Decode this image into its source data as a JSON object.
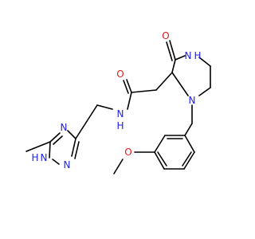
{
  "colors": {
    "bond": "#000000",
    "nitrogen": "#2121e6",
    "oxygen": "#e01a1a",
    "background": "#ffffff"
  },
  "labels": {
    "triazole_n_a": "N",
    "triazole_n_b": "N",
    "triazole_nh": "N",
    "triazole_h": "H",
    "amide_nh": "N",
    "amide_h": "H",
    "amide_o": "O",
    "ketone_o": "O",
    "piperazine_nh": "N",
    "piperazine_h": "H",
    "piperazine_n": "N",
    "ether_o": "O"
  }
}
